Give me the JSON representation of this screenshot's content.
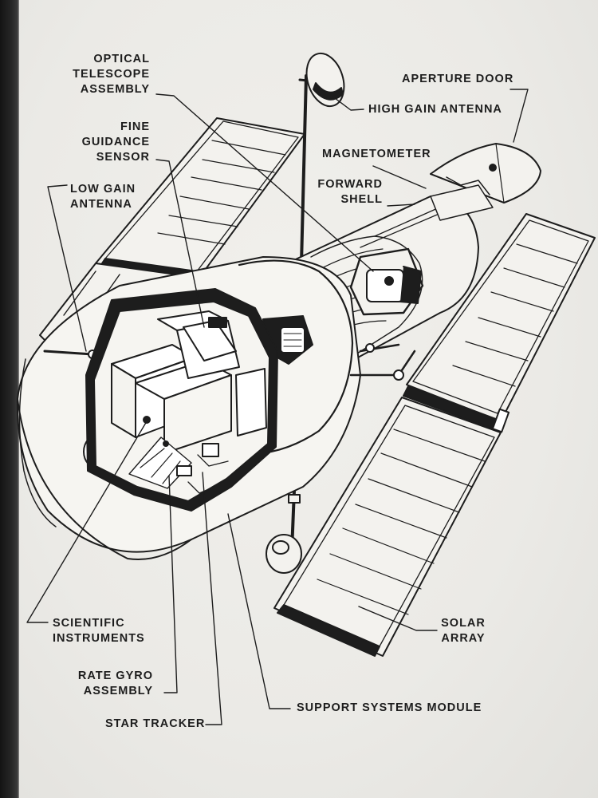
{
  "labels": {
    "optical_telescope_assembly": [
      "OPTICAL",
      "TELESCOPE",
      "ASSEMBLY"
    ],
    "fine_guidance_sensor": [
      "FINE",
      "GUIDANCE",
      "SENSOR"
    ],
    "low_gain_antenna": [
      "LOW GAIN",
      "ANTENNA"
    ],
    "high_gain_antenna": "HIGH GAIN ANTENNA",
    "aperture_door": "APERTURE DOOR",
    "magnetometer": "MAGNETOMETER",
    "forward_shell": [
      "FORWARD",
      "SHELL"
    ],
    "scientific_instruments": [
      "SCIENTIFIC",
      "INSTRUMENTS"
    ],
    "rate_gyro_assembly": [
      "RATE GYRO",
      "ASSEMBLY"
    ],
    "star_tracker": "STAR TRACKER",
    "support_systems_module": "SUPPORT SYSTEMS MODULE",
    "solar_array": [
      "SOLAR",
      "ARRAY"
    ]
  },
  "colors": {
    "paper": "#ebeae6",
    "ink": "#1d1d1d",
    "border": "#1a1a1a"
  }
}
